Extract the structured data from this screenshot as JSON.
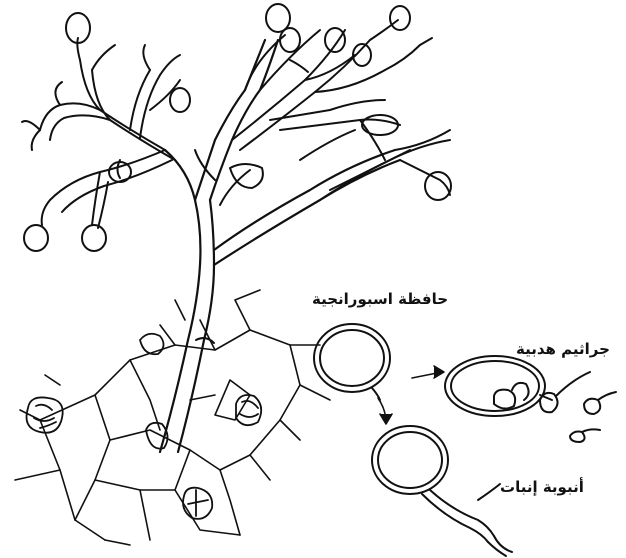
{
  "labels": {
    "sporangium": "حافظة اسبورانجية",
    "zoospores": "جراثيم هدبية",
    "germ_tube": "أنبوبة إنبات"
  },
  "colors": {
    "ink": "#111111",
    "background": "#ffffff"
  }
}
